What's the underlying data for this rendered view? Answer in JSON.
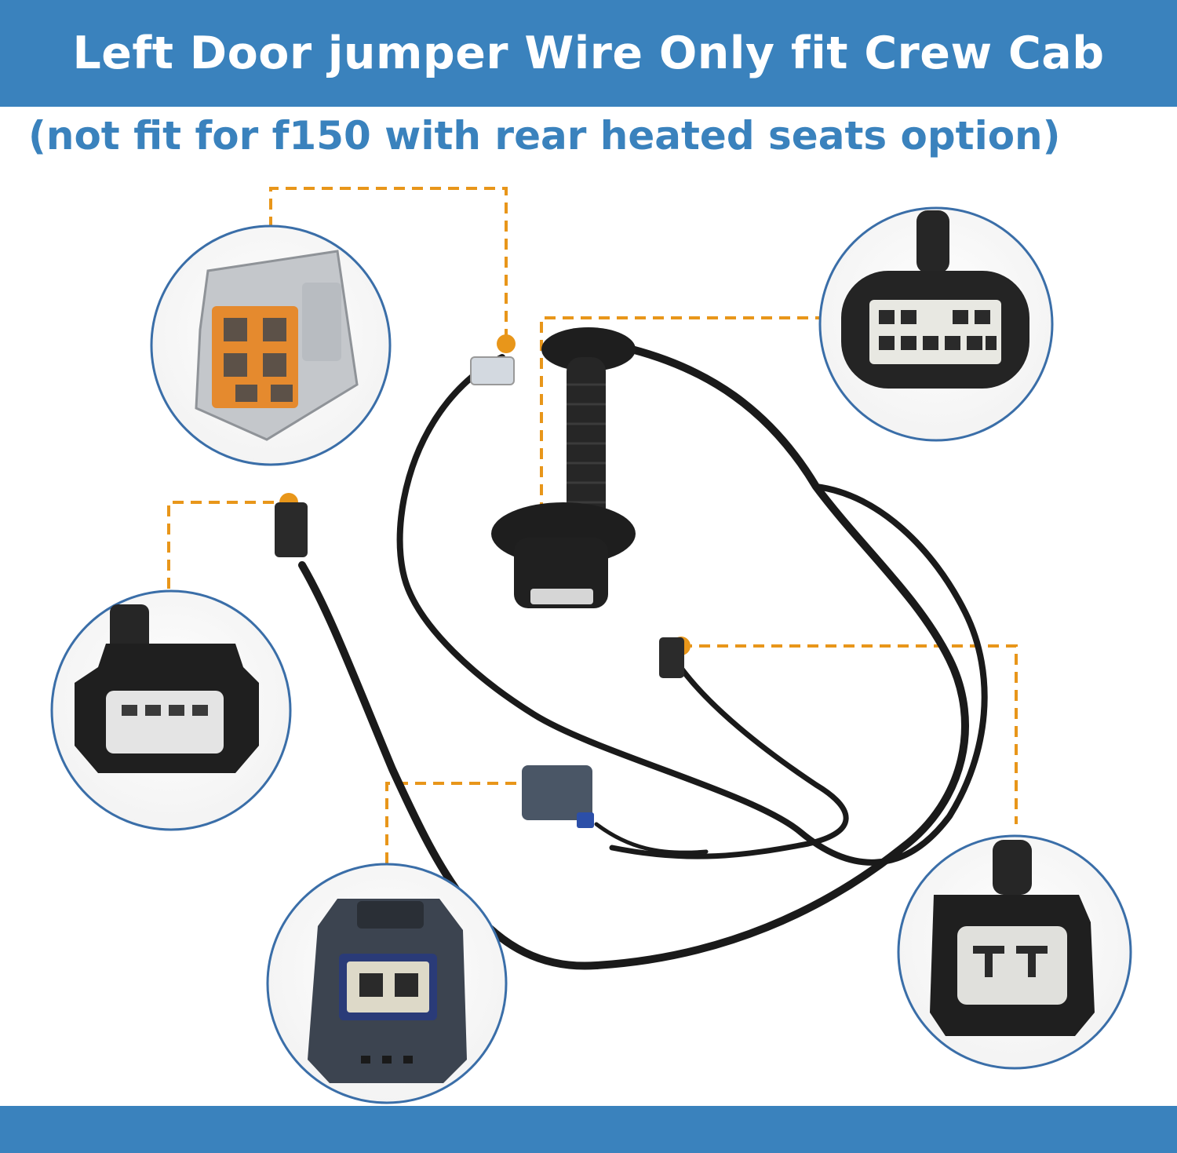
{
  "header": {
    "title": "Left Door jumper Wire Only fit Crew Cab",
    "subtitle": "(not fit for f150 with rear heated seats option)"
  },
  "colors": {
    "banner": "#3a82bd",
    "accent_text": "#3a82bd",
    "callout_line": "#e8961a",
    "circle_border": "#3a6ea8",
    "wire": "#1a1a1a"
  },
  "callouts": [
    {
      "icon": "gray-orange-8pin-connector"
    },
    {
      "icon": "large-10pin-connector"
    },
    {
      "icon": "grommet-main-connector"
    },
    {
      "icon": "black-4pin-connector"
    },
    {
      "icon": "gray-2pin-connector"
    },
    {
      "icon": "small-2pin-connector"
    }
  ]
}
